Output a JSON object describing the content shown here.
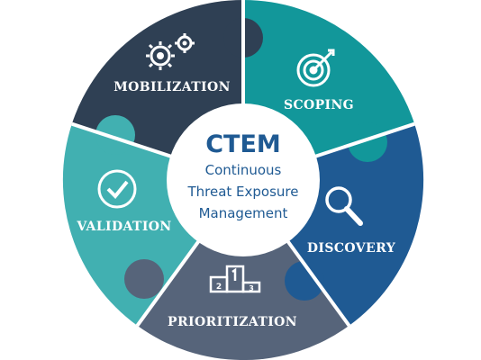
{
  "center": {
    "title": "CTEM",
    "lines": [
      "Continuous",
      "Threat Exposure",
      "Management"
    ]
  },
  "segments": [
    {
      "label": "MOBILIZATION",
      "icon": "gears-icon",
      "color": "#2f4054"
    },
    {
      "label": "SCOPING",
      "icon": "target-icon",
      "color": "#12979a"
    },
    {
      "label": "DISCOVERY",
      "icon": "magnifier-icon",
      "color": "#1f5a93"
    },
    {
      "label": "PRIORITIZATION",
      "icon": "podium-icon",
      "color": "#56647a"
    },
    {
      "label": "VALIDATION",
      "icon": "check-circle-icon",
      "color": "#41b0b1"
    }
  ],
  "colors": {
    "center_fill": "#ffffff",
    "title": "#1f5a93",
    "subtitle": "#1f5a93",
    "divider": "#ffffff"
  }
}
